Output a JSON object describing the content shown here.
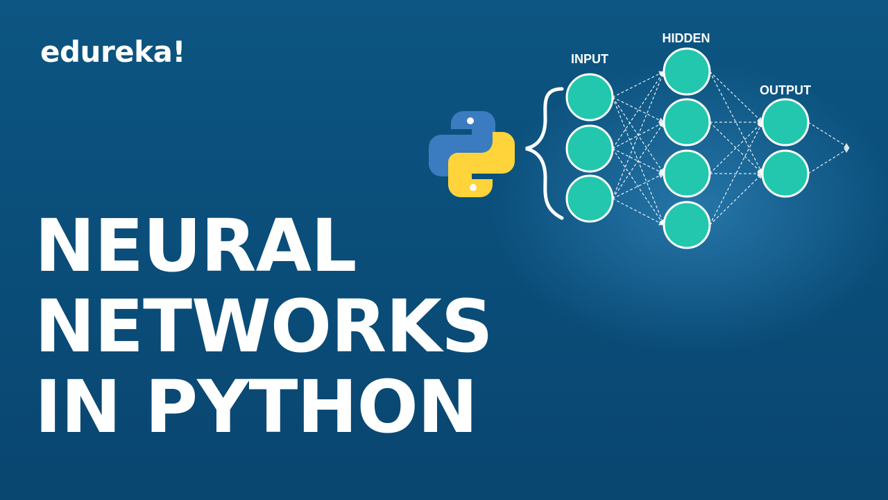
{
  "brand": {
    "logo_text": "edureka!"
  },
  "headline": {
    "lines": [
      "NEURAL",
      "NETWORKS",
      "IN PYTHON"
    ]
  },
  "diagram": {
    "labels": {
      "input": "INPUT",
      "hidden": "HIDDEN",
      "output": "OUTPUT"
    },
    "layers": {
      "input": 3,
      "hidden": 4,
      "output": 2
    },
    "icons": [
      "python-logo-icon",
      "curly-brace-icon"
    ],
    "colors": {
      "node": "#22c7ae",
      "node_border": "#ffffff",
      "python_blue": "#3b7bbf",
      "python_yellow": "#ffd43b",
      "edge": "#ffffff"
    }
  }
}
